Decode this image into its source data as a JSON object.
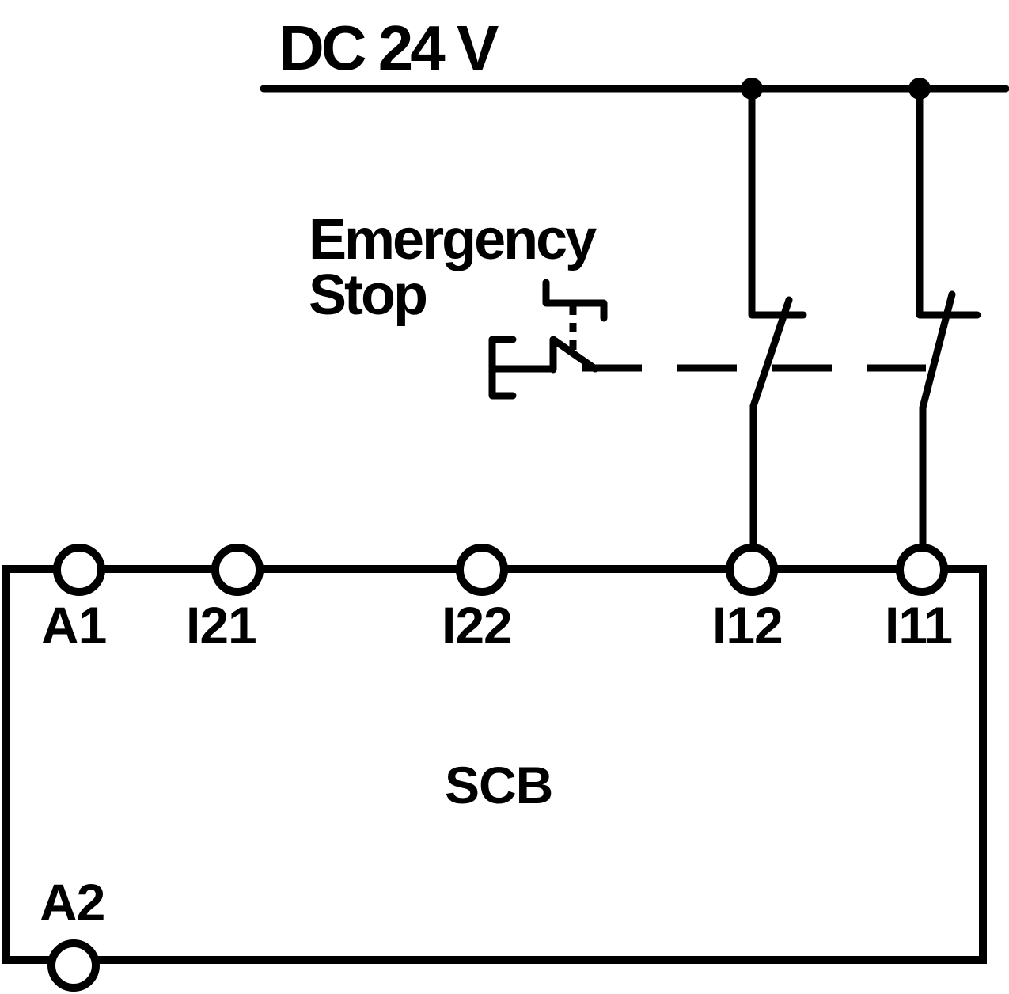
{
  "diagram": {
    "power_label": "DC 24 V",
    "emergency_stop": {
      "line1": "Emergency",
      "line2": "Stop"
    },
    "device_label": "SCB",
    "terminals_top": [
      {
        "label": "A1"
      },
      {
        "label": "I21"
      },
      {
        "label": "I22"
      },
      {
        "label": "I12"
      },
      {
        "label": "I11"
      }
    ],
    "terminals_bottom": [
      {
        "label": "A2"
      }
    ],
    "colors": {
      "stroke": "#000000",
      "background": "#ffffff"
    }
  }
}
